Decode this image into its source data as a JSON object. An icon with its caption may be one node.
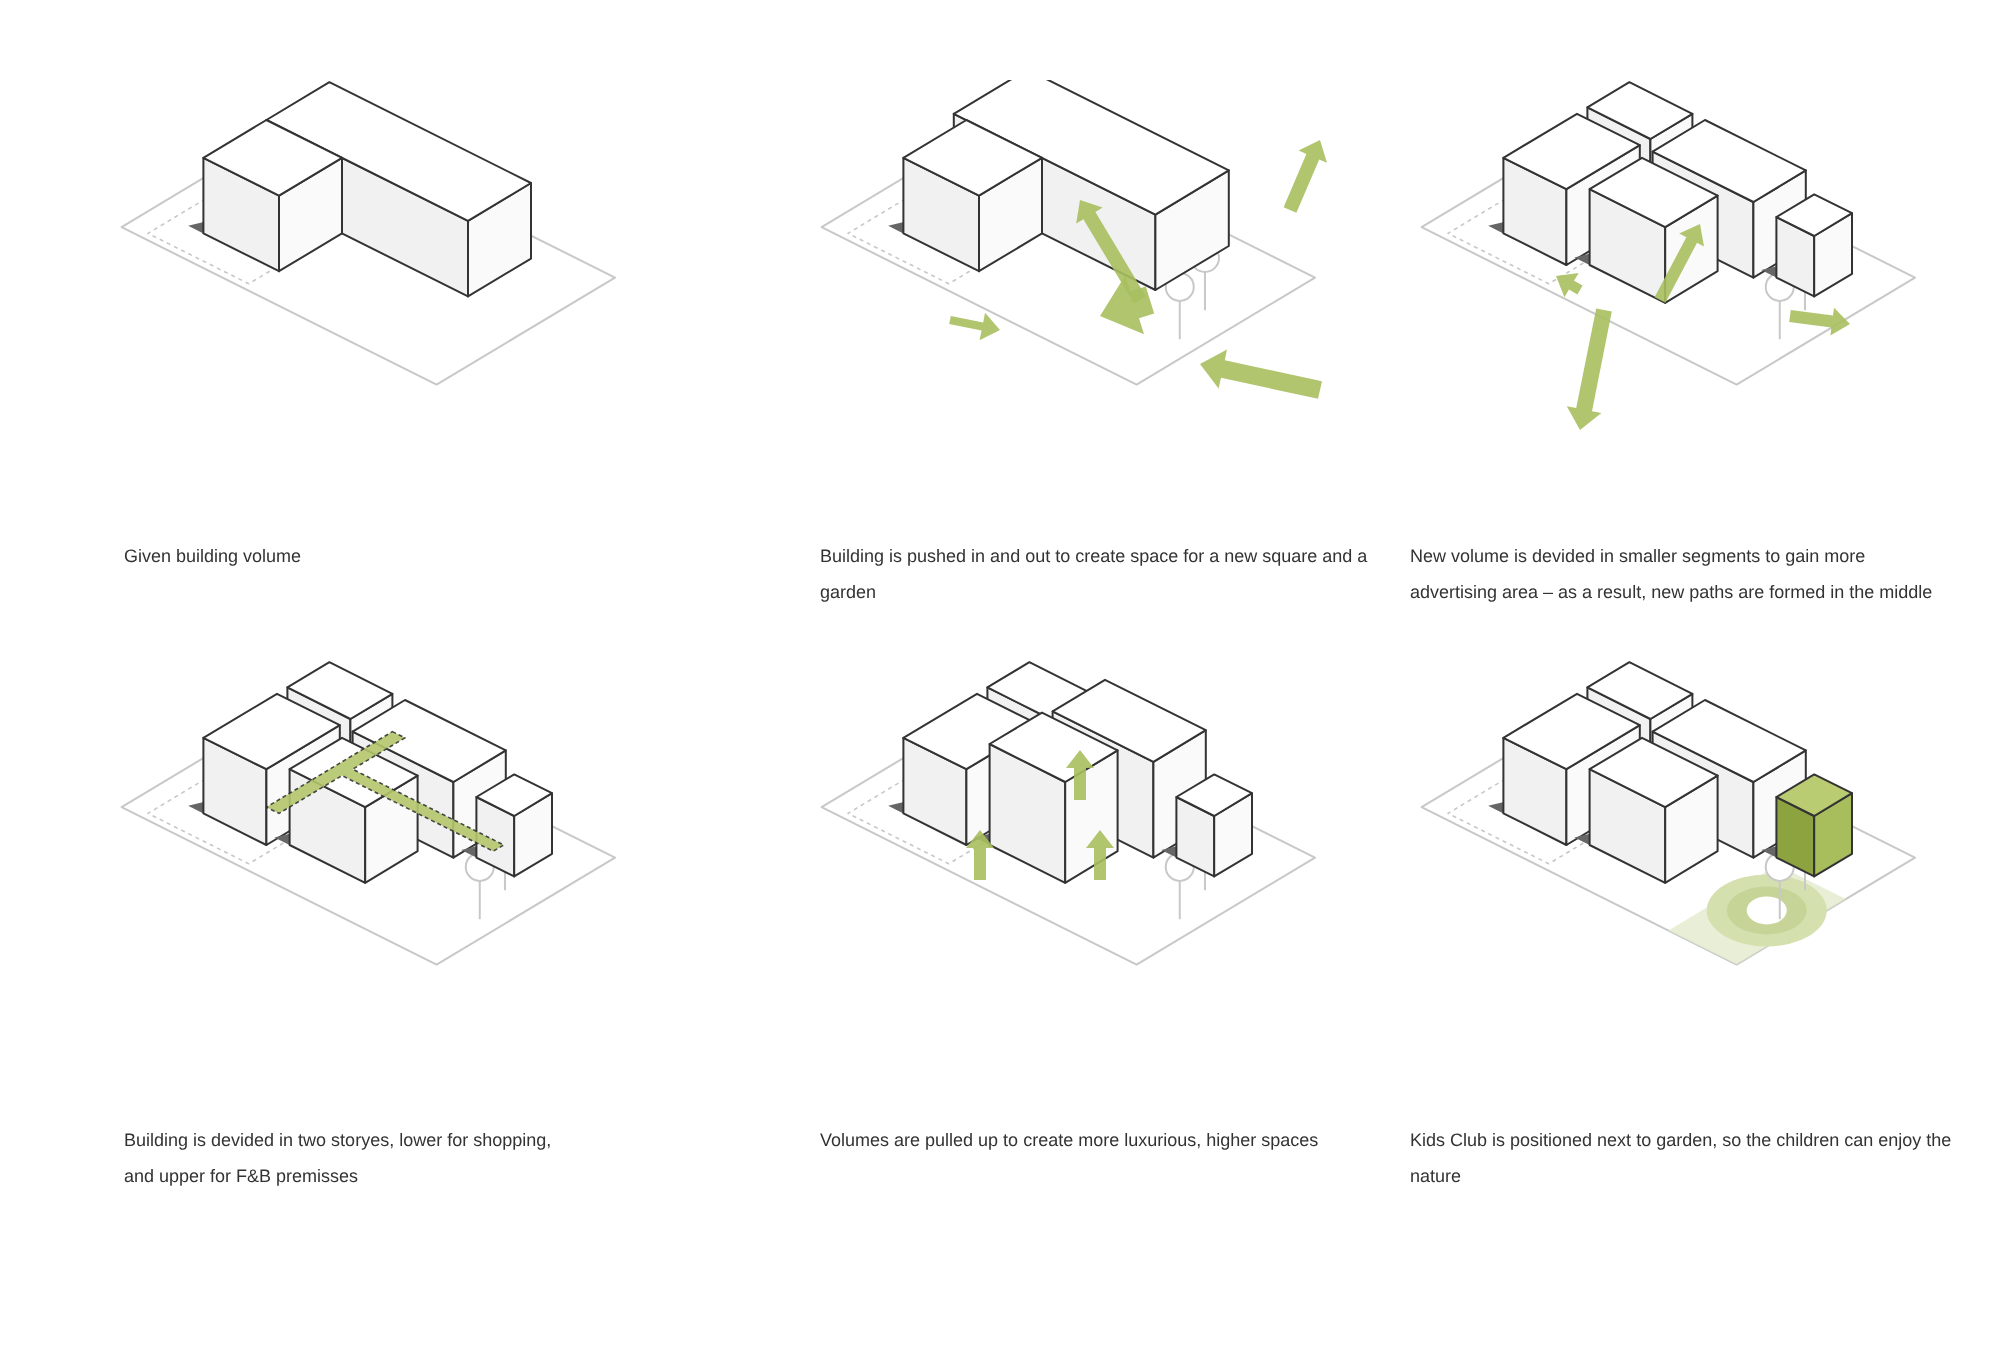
{
  "diagram": {
    "labels": [
      "Given building volume",
      "Building is pushed in and out to create space for a new square and a garden",
      "New volume is devided in smaller segments to gain more advertising area – as a result, new paths are formed in the middle",
      "Building is devided in two storyes, lower for shopping, and upper for F&B premisses",
      "Volumes are pulled up to create more luxurious, higher spaces",
      "Kids Club is positioned next to garden, so the children can enjoy the nature"
    ]
  }
}
